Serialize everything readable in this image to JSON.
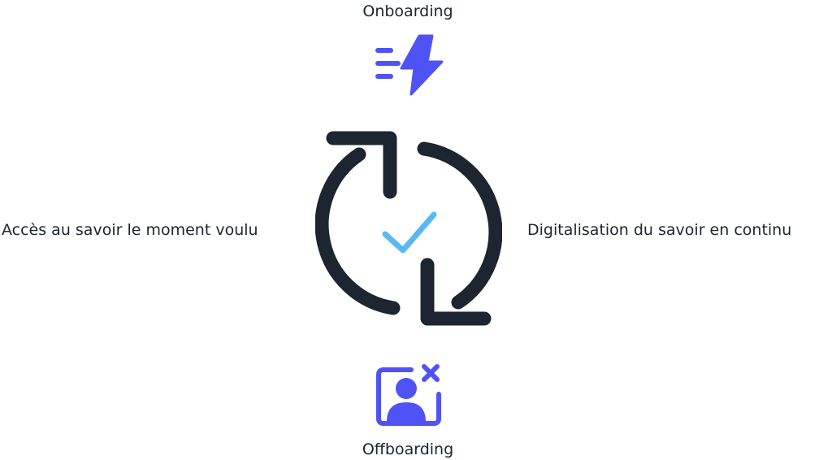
{
  "stages": {
    "top": {
      "label": "Onboarding",
      "icon": "lightning-bolt-icon"
    },
    "right": {
      "label": "Digitalisation du savoir en continu"
    },
    "bottom": {
      "label": "Offboarding",
      "icon": "user-remove-icon"
    },
    "left": {
      "label": "Accès au savoir le moment voulu"
    }
  },
  "center": {
    "icon": "sync-check-icon"
  },
  "colors": {
    "accent": "#4f52f5",
    "dark": "#1c2530",
    "check": "#5ab9f2",
    "background": "#ffffff"
  }
}
